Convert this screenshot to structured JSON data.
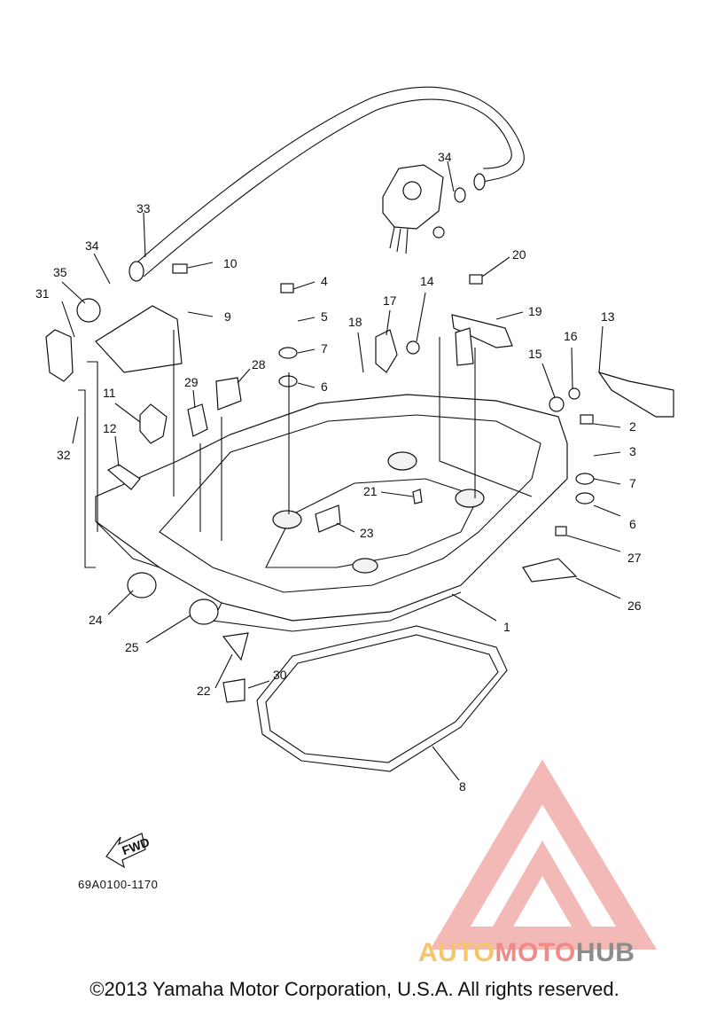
{
  "diagram": {
    "callouts": [
      "1",
      "2",
      "3",
      "4",
      "5",
      "6",
      "6",
      "7",
      "7",
      "8",
      "9",
      "10",
      "11",
      "12",
      "13",
      "14",
      "15",
      "16",
      "17",
      "18",
      "19",
      "20",
      "21",
      "22",
      "23",
      "24",
      "25",
      "26",
      "27",
      "28",
      "29",
      "30",
      "31",
      "32",
      "33",
      "34",
      "34",
      "35"
    ],
    "fwd_label": "FWD",
    "part_code": "69A0100-1170"
  },
  "watermark": {
    "auto": "AUTO",
    "moto": "MOTO",
    "hub": "HUB",
    "colors": {
      "auto": "#f5c56b",
      "moto": "#f08a86",
      "hub": "#8c8c8c"
    }
  },
  "copyright": "©2013 Yamaha Motor Corporation, U.S.A. All rights reserved."
}
